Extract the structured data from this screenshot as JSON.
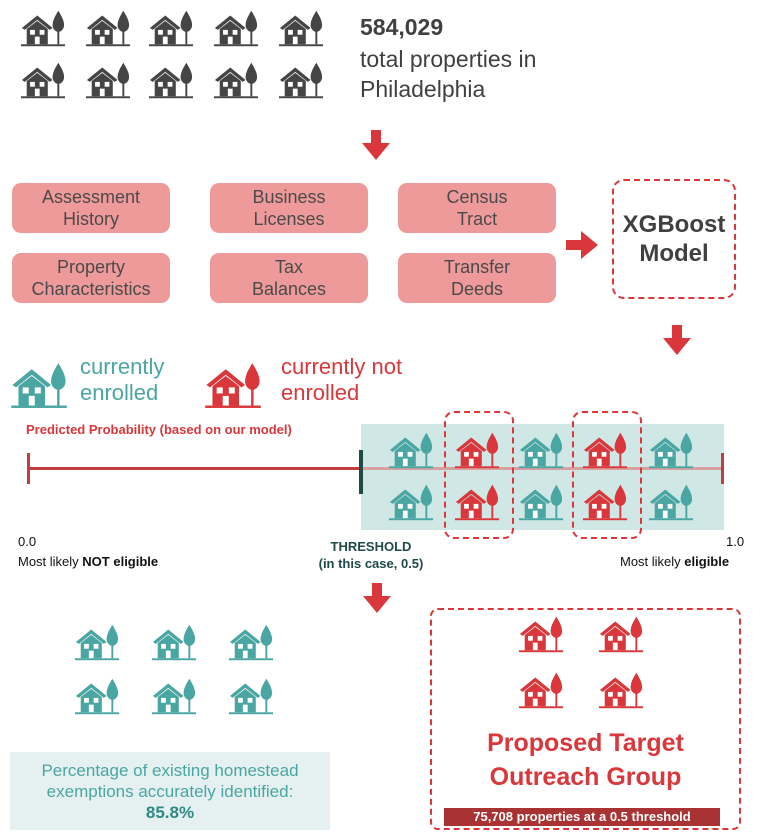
{
  "summary": {
    "total_count": "584,029",
    "total_label": "total properties in Philadelphia"
  },
  "features": [
    "Assessment\nHistory",
    "Business\nLicenses",
    "Census\nTract",
    "Property\nCharacteristics",
    "Tax\nBalances",
    "Transfer\nDeeds"
  ],
  "model": {
    "label": "XGBoost\nModel"
  },
  "legend": {
    "enrolled_line1": "currently",
    "enrolled_line2": "enrolled",
    "not_enrolled_line1": "currently not",
    "not_enrolled_line2": "enrolled"
  },
  "probability_axis": {
    "title": "Predicted Probability (based on our model)",
    "min_value": "0.0",
    "max_value": "1.0",
    "min_caption_prefix": "Most likely ",
    "min_caption_bold": "NOT eligible",
    "max_caption_prefix": "Most likely ",
    "max_caption_bold": "eligible",
    "threshold_label": "THRESHOLD",
    "threshold_note": "(in this case, 0.5)",
    "threshold": 0.5
  },
  "result_enrolled": {
    "caption_line1": "Percentage of existing homestead",
    "caption_line2": "exemptions accurately identified:",
    "percentage": "85.8%"
  },
  "result_target": {
    "title": "Proposed Target\nOutreach Group",
    "count_note": "75,708 properties at a 0.5 threshold"
  },
  "colors": {
    "gray_house": "#454545",
    "teal_house": "#4aa6a2",
    "red_house": "#d9373b",
    "pill_fill": "#ef9a9a",
    "teal_band": "#cfe7e5",
    "arrow": "#d9373b"
  },
  "icons": {
    "house": "house-with-tree-icon",
    "arrow_down": "arrow-down-icon",
    "arrow_right": "arrow-right-icon"
  }
}
